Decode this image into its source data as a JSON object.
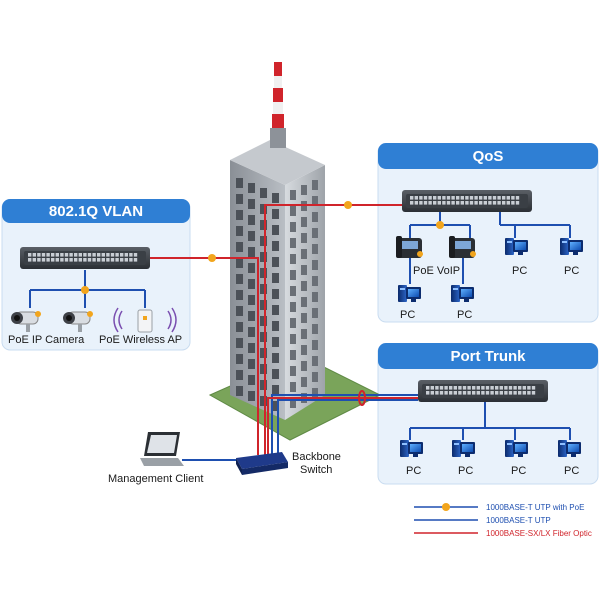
{
  "vlan_panel": {
    "title": "802.1Q VLAN",
    "camera_label": "PoE IP Camera",
    "ap_label": "PoE Wireless AP"
  },
  "qos_panel": {
    "title": "QoS",
    "voip_label": "PoE VoIP",
    "pc_label": "PC"
  },
  "trunk_panel": {
    "title": "Port Trunk",
    "pc_label": "PC"
  },
  "backbone": {
    "label_line1": "Backbone",
    "label_line2": "Switch"
  },
  "management": {
    "label": "Management Client"
  },
  "legend": [
    {
      "label": "1000BASE-T UTP with PoE",
      "color": "#1e4fb0",
      "marker": "poe-dot"
    },
    {
      "label": "1000BASE-T UTP",
      "color": "#1e4fb0",
      "marker": "none"
    },
    {
      "label": "1000BASE-SX/LX Fiber Optic",
      "color": "#d0242b",
      "marker": "none"
    }
  ],
  "colors": {
    "panel_header": "#2f7fd4",
    "panel_bg": "#e9f2fb",
    "utp": "#1e4fb0",
    "fiber": "#d0242b",
    "poe_dot": "#f2a51d"
  }
}
